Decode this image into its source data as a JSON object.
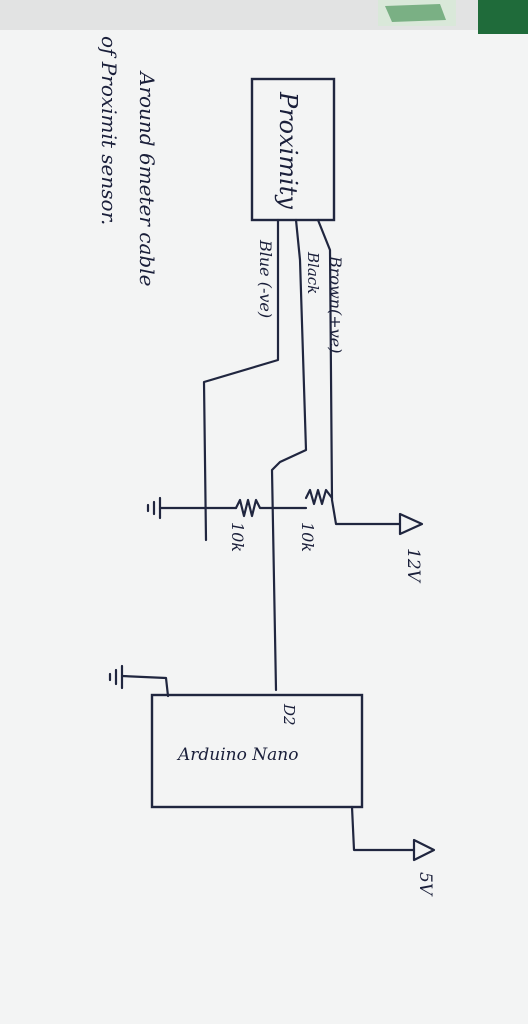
{
  "sensor": {
    "label": "Proximity"
  },
  "wires": {
    "brown": "Brown(+ve)",
    "black": "Black",
    "blue": "Blue (-ve)"
  },
  "resistors": {
    "r1": "10k",
    "r2": "10k"
  },
  "supplies": {
    "v12": "12V",
    "v5": "5V"
  },
  "board": {
    "label": "Arduino Nano",
    "pin": "D2"
  },
  "note": {
    "line1": "Around 6meter cable",
    "line2": "of Proximit sensor."
  },
  "colors": {
    "ink": "#20263f",
    "paper": "#f3f4f4",
    "folder_green": "#1f6b3a"
  }
}
